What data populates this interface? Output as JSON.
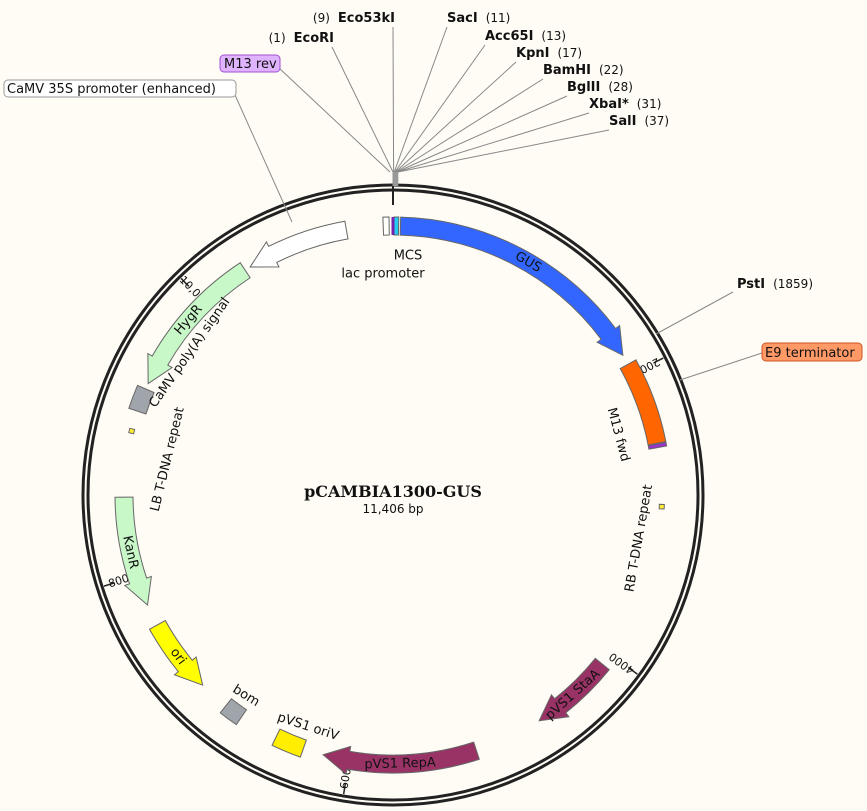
{
  "map": {
    "name": "pCAMBIA1300-GUS",
    "size_label": "11,406 bp",
    "total_bp": 11406,
    "ticks": [
      {
        "bp": 2000,
        "label": "2000"
      },
      {
        "bp": 4000,
        "label": "4000"
      },
      {
        "bp": 6000,
        "label": "6000"
      },
      {
        "bp": 8000,
        "label": "8000"
      },
      {
        "bp": 10000,
        "label": "10,000"
      }
    ]
  },
  "enzymes": [
    {
      "name": "EcoRI",
      "pos": "(1)",
      "dim": false
    },
    {
      "name": "Eco53kI",
      "pos": "(9)",
      "dim": false
    },
    {
      "name": "SacI",
      "pos": "(11)",
      "dim": false
    },
    {
      "name": "Acc65I",
      "pos": "(13)",
      "dim": false
    },
    {
      "name": "KpnI",
      "pos": "(17)",
      "dim": false
    },
    {
      "name": "BamHI",
      "pos": "(22)",
      "dim": false
    },
    {
      "name": "BglII",
      "pos": "(28)",
      "dim": false
    },
    {
      "name": "XbaI*",
      "pos": "(31)",
      "dim": true
    },
    {
      "name": "SalI",
      "pos": "(37)",
      "dim": false
    },
    {
      "name": "PstI",
      "pos": "(1859)",
      "dim": false
    }
  ],
  "boxed_labels": {
    "m13_rev": "M13 rev",
    "camv35s": "CaMV 35S promoter (enhanced)",
    "e9": "E9 terminator"
  },
  "features": [
    {
      "id": "gus",
      "label": "GUS",
      "start": 50,
      "end": 1860,
      "dir": 1,
      "type": "arrow",
      "color": "#3366ff",
      "text": "#ffffff",
      "inside": true
    },
    {
      "id": "e9",
      "label": "",
      "start": 1930,
      "end": 2500,
      "dir": 0,
      "type": "arrow",
      "color": "#ff6600",
      "text": "#111111",
      "inside": true
    },
    {
      "id": "m13fwd",
      "label": "M13 fwd",
      "start": 2505,
      "end": 2530,
      "dir": 0,
      "type": "box",
      "color": "#9933cc",
      "text": "#111111",
      "inside": false
    },
    {
      "id": "rb",
      "label": "RB T-DNA repeat",
      "start": 2915,
      "end": 2945,
      "dir": 0,
      "type": "thin",
      "color": "#ffee33",
      "text": "#111111",
      "inside": false
    },
    {
      "id": "staa",
      "label": "pVS1 StaA",
      "start": 4085,
      "end": 4660,
      "dir": 1,
      "type": "arrow",
      "color": "#993366",
      "text": "#ffffff",
      "inside": true
    },
    {
      "id": "repa",
      "label": "pVS1 RepA",
      "start": 5130,
      "end": 6180,
      "dir": 1,
      "type": "arrow",
      "color": "#993366",
      "text": "#ffffff",
      "inside": true
    },
    {
      "id": "oriv",
      "label": "pVS1 oriV",
      "start": 6320,
      "end": 6520,
      "dir": 0,
      "type": "box",
      "color": "#ffee00",
      "text": "#111111",
      "inside": false
    },
    {
      "id": "bom",
      "label": "bom",
      "start": 6790,
      "end": 6920,
      "dir": 0,
      "type": "box",
      "color": "#a0a4ab",
      "text": "#111111",
      "inside": false
    },
    {
      "id": "ori",
      "label": "ori",
      "start": 7130,
      "end": 7640,
      "dir": -1,
      "type": "arrow",
      "color": "#ffff00",
      "text": "#111111",
      "inside": true
    },
    {
      "id": "kanr",
      "label": "KanR",
      "start": 7790,
      "end": 8540,
      "dir": -1,
      "type": "arrow",
      "color": "#c8f7c8",
      "text": "#111111",
      "inside": true
    },
    {
      "id": "lb",
      "label": "LB T-DNA repeat",
      "start": 8975,
      "end": 9005,
      "dir": 0,
      "type": "thin",
      "color": "#ffee33",
      "text": "#111111",
      "inside": false
    },
    {
      "id": "polya",
      "label": "CaMV poly(A) signal",
      "start": 9130,
      "end": 9290,
      "dir": 0,
      "type": "box",
      "color": "#a0a4ab",
      "text": "#111111",
      "inside": false
    },
    {
      "id": "hygr",
      "label": "HygR",
      "start": 9330,
      "end": 10350,
      "dir": -1,
      "type": "arrow",
      "color": "#c8f7c8",
      "text": "#111111",
      "inside": true
    },
    {
      "id": "camv35s",
      "label": "",
      "start": 10390,
      "end": 11090,
      "dir": -1,
      "type": "arrow",
      "color": "#ffffff",
      "text": "#111111",
      "inside": true
    },
    {
      "id": "lac",
      "label": "lac promoter",
      "start": 11340,
      "end": 11380,
      "dir": 0,
      "type": "box",
      "color": "#ffffff",
      "text": "#111111",
      "inside": false
    },
    {
      "id": "mcs",
      "label": "MCS",
      "start": 0,
      "end": 40,
      "dir": 0,
      "type": "mcs",
      "color": "#22ccee",
      "text": "#111111",
      "inside": false
    }
  ]
}
